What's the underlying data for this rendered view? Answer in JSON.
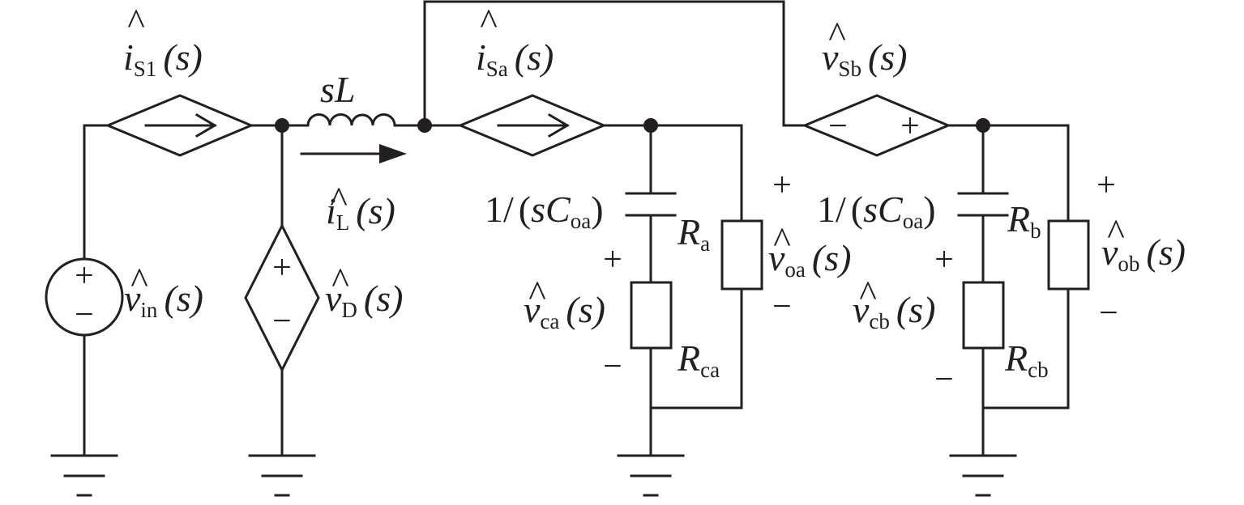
{
  "diagram": {
    "sources": {
      "is1": {
        "hat": "^",
        "sym": "i",
        "sub": "S1",
        "arg": "(s)"
      },
      "isa": {
        "hat": "^",
        "sym": "i",
        "sub": "Sa",
        "arg": "(s)"
      },
      "vsb": {
        "hat": "^",
        "sym": "v",
        "sub": "Sb",
        "arg": "(s)",
        "minus": "−",
        "plus": "+"
      },
      "vin": {
        "hat": "^",
        "sym": "v",
        "sub": "in",
        "arg": "(s)",
        "plus": "+",
        "minus": "−"
      },
      "vd": {
        "hat": "^",
        "sym": "v",
        "sub": "D",
        "arg": "(s)",
        "plus": "+",
        "minus": "−"
      }
    },
    "inductor": {
      "label": "sL"
    },
    "il": {
      "hat": "^",
      "sym": "i",
      "sub": "L",
      "arg": "(s)"
    },
    "branch_a": {
      "cap": {
        "pre": "1/",
        "lp": "(",
        "s": "s",
        "C": "C",
        "sub": "oa",
        "rp": ")"
      },
      "r_esr": {
        "sym": "R",
        "sub": "ca"
      },
      "r_load": {
        "sym": "R",
        "sub": "a"
      },
      "vc": {
        "hat": "^",
        "sym": "v",
        "sub": "ca",
        "arg": "(s)",
        "plus": "+",
        "minus": "−"
      },
      "vo": {
        "hat": "^",
        "sym": "v",
        "sub": "oa",
        "arg": "(s)",
        "plus": "+",
        "minus": "−"
      }
    },
    "branch_b": {
      "cap": {
        "pre": "1/",
        "lp": "(",
        "s": "s",
        "C": "C",
        "sub": "oa",
        "rp": ")"
      },
      "r_esr": {
        "sym": "R",
        "sub": "cb"
      },
      "r_load": {
        "sym": "R",
        "sub": "b"
      },
      "vc": {
        "hat": "^",
        "sym": "v",
        "sub": "cb",
        "arg": "(s)",
        "plus": "+",
        "minus": "−"
      },
      "vo": {
        "hat": "^",
        "sym": "v",
        "sub": "ob",
        "arg": "(s)",
        "plus": "+",
        "minus": "−"
      }
    }
  }
}
